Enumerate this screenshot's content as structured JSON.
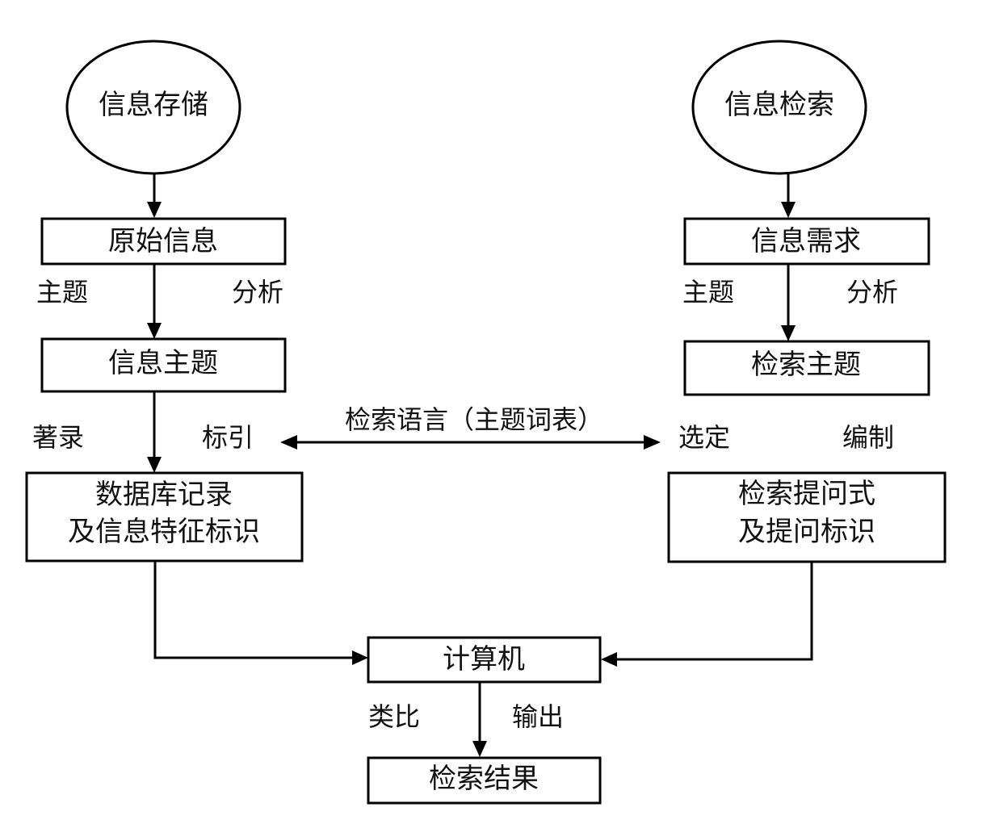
{
  "diagram": {
    "type": "flowchart",
    "nodes": {
      "storage": {
        "label": "信息存储",
        "shape": "ellipse"
      },
      "retrieval": {
        "label": "信息检索",
        "shape": "ellipse"
      },
      "raw_info": {
        "label": "原始信息",
        "shape": "rect"
      },
      "info_subject": {
        "label": "信息主题",
        "shape": "rect"
      },
      "db_record": {
        "lines": [
          "数据库记录",
          "及信息特征标识"
        ],
        "shape": "rect"
      },
      "info_need": {
        "label": "信息需求",
        "shape": "rect"
      },
      "search_subject": {
        "label": "检索主题",
        "shape": "rect"
      },
      "query": {
        "lines": [
          "检索提问式",
          "及提问标识"
        ],
        "shape": "rect"
      },
      "computer": {
        "label": "计算机",
        "shape": "rect"
      },
      "result": {
        "label": "检索结果",
        "shape": "rect"
      }
    },
    "edge_labels": {
      "left_analysis": {
        "left": "主题",
        "right": "分析"
      },
      "left_indexing": {
        "left": "著录",
        "right": "标引"
      },
      "right_analysis": {
        "left": "主题",
        "right": "分析"
      },
      "right_compile": {
        "left": "选定",
        "right": "编制"
      },
      "output": {
        "left": "类比",
        "right": "输出"
      },
      "language": "检索语言（主题词表）"
    },
    "edges": [
      {
        "from": "storage",
        "to": "raw_info"
      },
      {
        "from": "raw_info",
        "to": "info_subject",
        "label": "主题分析"
      },
      {
        "from": "info_subject",
        "to": "db_record",
        "label": "著录标引"
      },
      {
        "from": "retrieval",
        "to": "info_need"
      },
      {
        "from": "info_need",
        "to": "search_subject",
        "label": "主题分析"
      },
      {
        "from": "search_subject",
        "to": "query",
        "label": "选定编制"
      },
      {
        "from": "db_record",
        "to": "computer"
      },
      {
        "from": "query",
        "to": "computer"
      },
      {
        "from": "computer",
        "to": "result",
        "label": "类比输出"
      },
      {
        "from": "language",
        "to": [
          "db_record",
          "query"
        ],
        "label": "检索语言（主题词表）",
        "bidirectional": true
      }
    ]
  }
}
